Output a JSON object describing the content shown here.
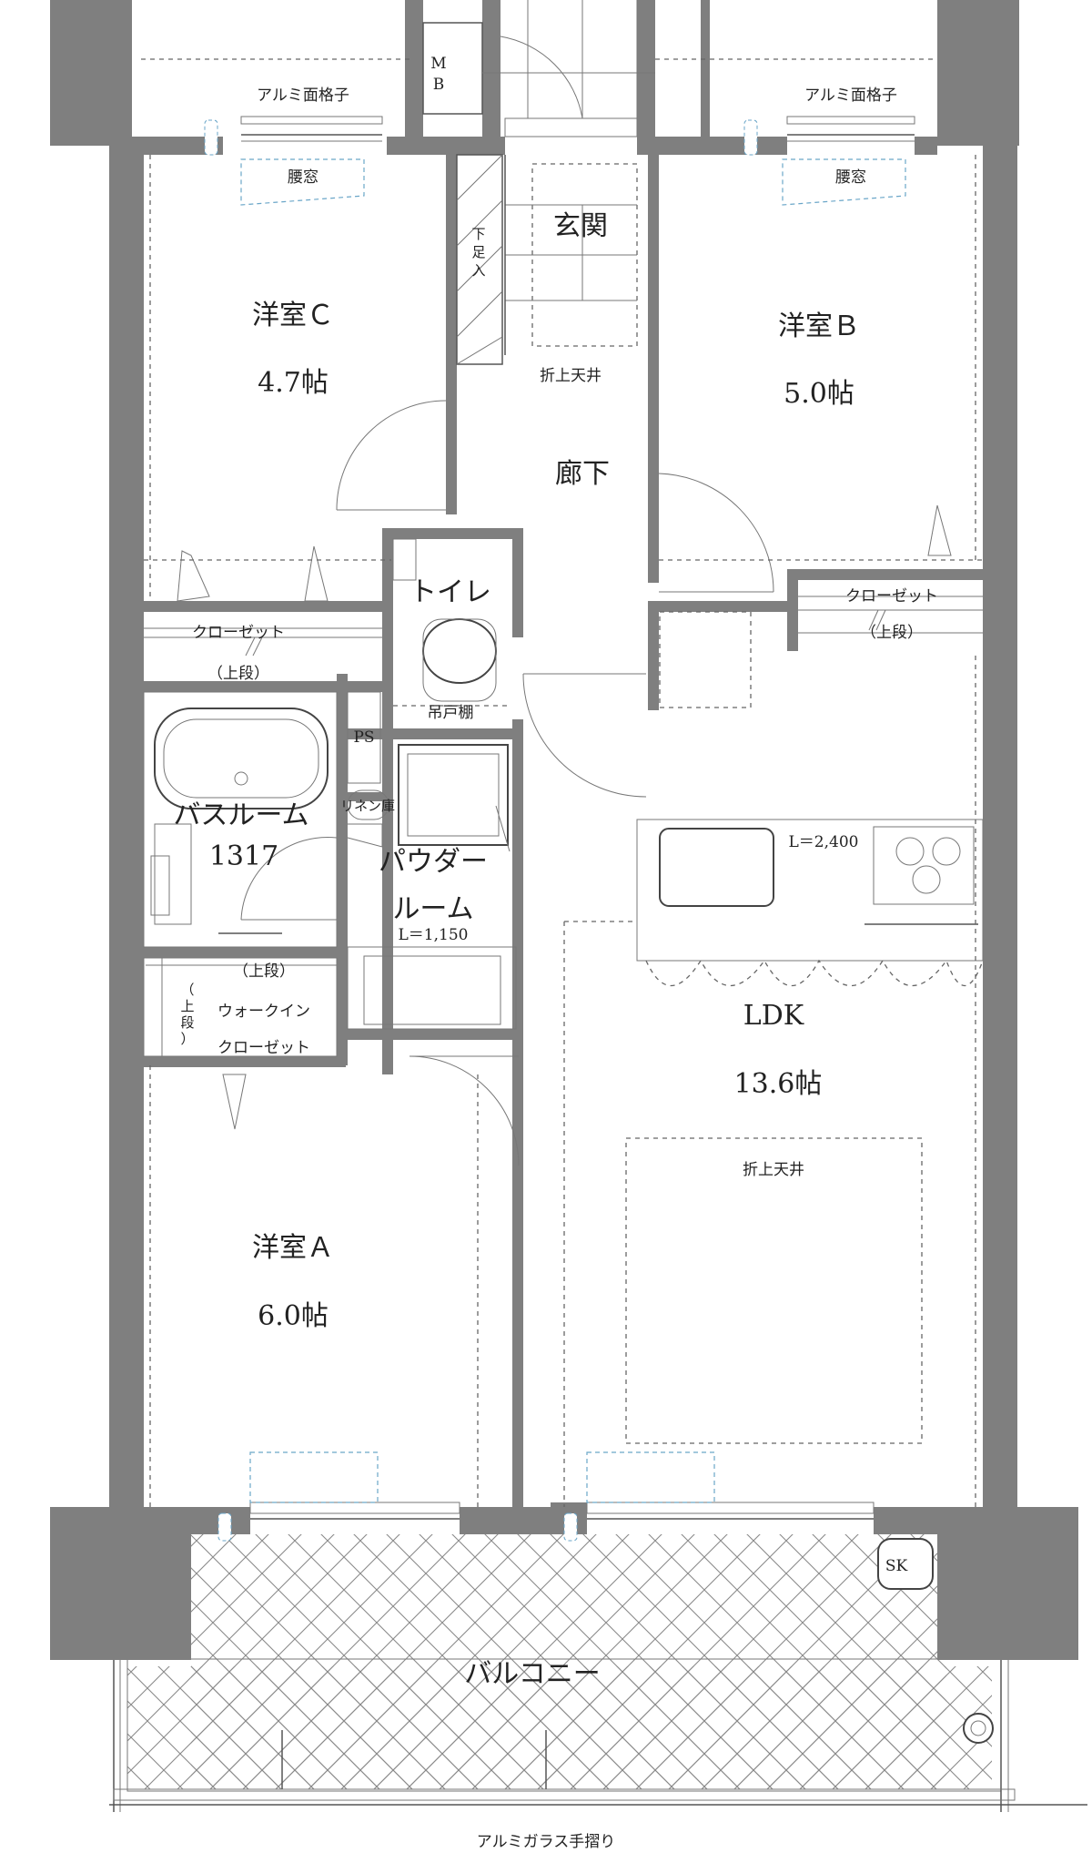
{
  "rooms": {
    "western_c": {
      "name": "洋室Ｃ",
      "area": "4.7帖"
    },
    "western_b": {
      "name": "洋室Ｂ",
      "area": "5.0帖"
    },
    "western_a": {
      "name": "洋室Ａ",
      "area": "6.0帖"
    },
    "ldk": {
      "name": "LDK",
      "area": "13.6帖"
    },
    "entrance": {
      "name": "玄関"
    },
    "hallway": {
      "name": "廊下"
    },
    "toilet": {
      "name": "トイレ"
    },
    "bathroom": {
      "name": "バスルーム",
      "size": "1317"
    },
    "powder_room": {
      "line1": "パウダー",
      "line2": "ルーム",
      "width": "L＝1,150"
    },
    "balcony": {
      "name": "バルコニー"
    }
  },
  "labels": {
    "lattice_left": "アルミ面格子",
    "lattice_right": "アルミ面格子",
    "window_left": "腰窓",
    "window_right": "腰窓",
    "mb_m": "M",
    "mb_b": "B",
    "shoe_storage": [
      "下",
      "足",
      "入"
    ],
    "folded_ceiling_top": "折上天井",
    "folded_ceiling_ldk": "折上天井",
    "closet_c": "クローゼット",
    "closet_c_upper": "（上段）",
    "closet_b": "クローゼット",
    "closet_b_upper": "（上段）",
    "hanging_shelf": "吊戸棚",
    "ps": "PS",
    "linen": "リネン庫",
    "kitchen_length": "L＝2,400",
    "walkin_upper": "（上段）",
    "walkin_side_upper": [
      "（",
      "上",
      "段",
      "）"
    ],
    "walkin_line1": "ウォークイン",
    "walkin_line2": "クローゼット",
    "sk": "SK",
    "railing": "アルミガラス手摺り"
  }
}
